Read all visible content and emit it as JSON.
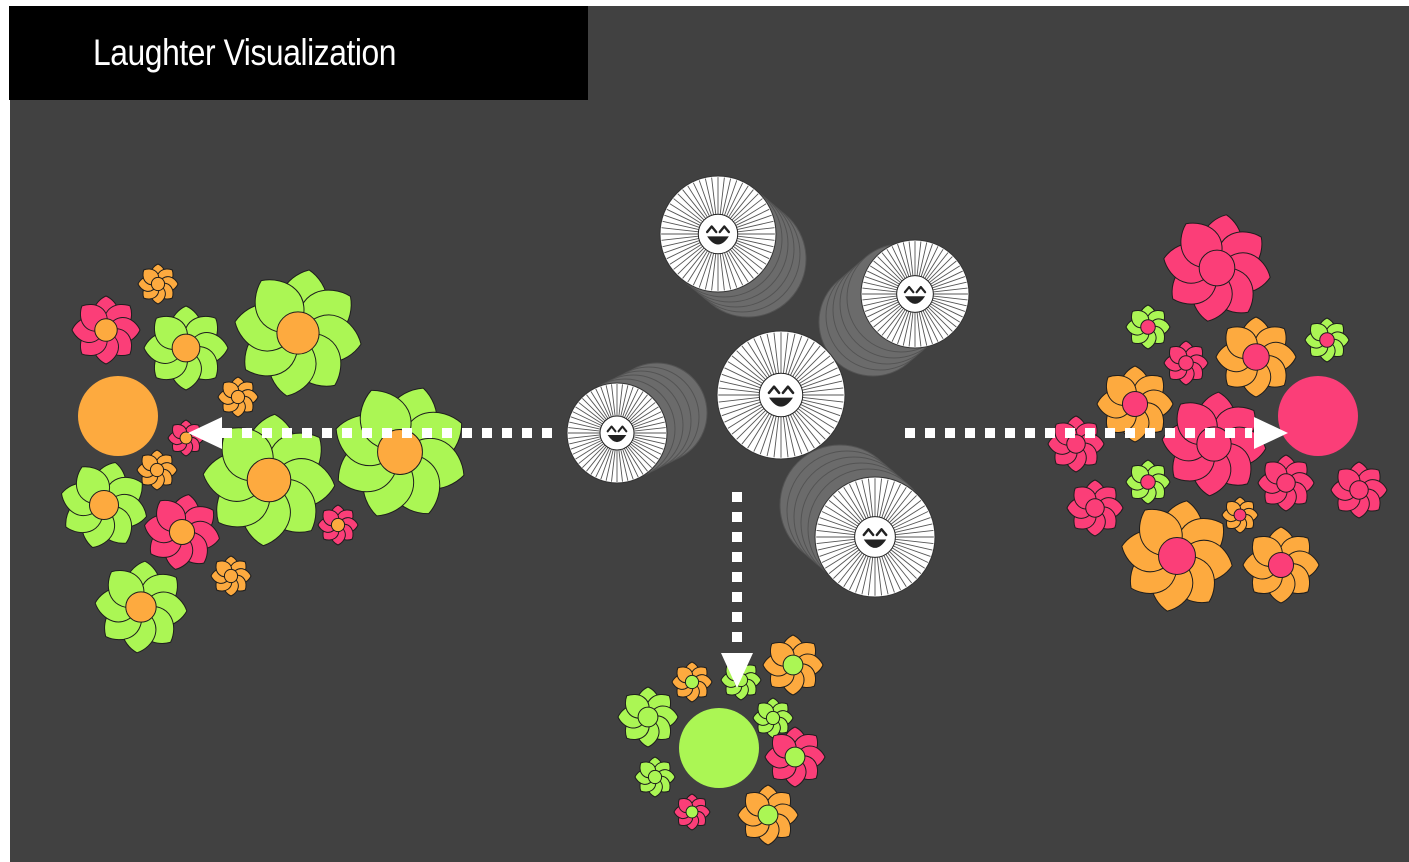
{
  "title": "Laughter Visualization",
  "colors": {
    "background": "#414141",
    "title_bar": "#000000",
    "title_text": "#ffffff",
    "orange": "#fdaa3f",
    "green": "#abf654",
    "pink": "#fb3e78",
    "white": "#ffffff",
    "outline": "#1e1e1e"
  },
  "emotion_groups": [
    {
      "name": "orange-cluster",
      "target_color": "orange"
    },
    {
      "name": "green-cluster",
      "target_color": "green"
    },
    {
      "name": "pink-cluster",
      "target_color": "pink"
    }
  ],
  "icons": [
    "laughing-face-icon",
    "flower-icon",
    "arrow-left-icon",
    "arrow-down-icon",
    "arrow-right-icon"
  ]
}
